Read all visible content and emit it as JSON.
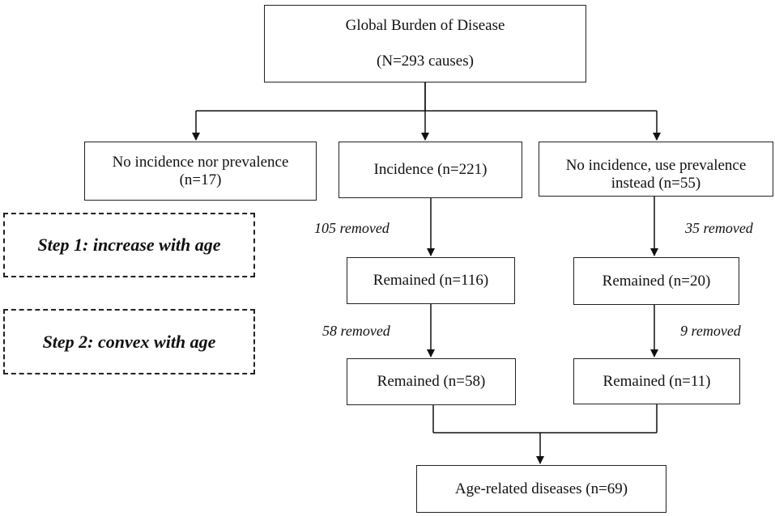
{
  "top": {
    "title": "Global Burden of Disease",
    "subtitle": "(N=293 causes)"
  },
  "branches": {
    "left": {
      "line1": "No incidence nor prevalence",
      "line2": "(n=17)"
    },
    "middle": {
      "label": "Incidence (n=221)"
    },
    "right": {
      "line1": "No incidence, use prevalence",
      "line2": "instead (n=55)"
    }
  },
  "steps": {
    "step1": "Step 1: increase with age",
    "step2": "Step 2: convex with age"
  },
  "removals": {
    "middle_step1": "105 removed",
    "right_step1": "35 removed",
    "middle_step2": "58 removed",
    "right_step2": "9 removed"
  },
  "remained": {
    "middle_step1": "Remained (n=116)",
    "right_step1": "Remained (n=20)",
    "middle_step2": "Remained (n=58)",
    "right_step2": "Remained (n=11)"
  },
  "final": {
    "label": "Age-related diseases (n=69)"
  }
}
